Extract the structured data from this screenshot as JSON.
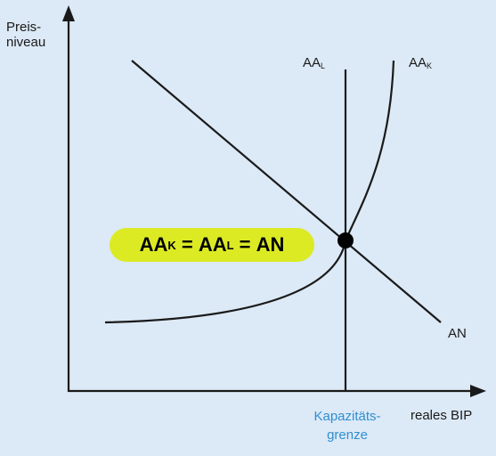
{
  "axes": {
    "y_label_line1": "Preis-",
    "y_label_line2": "niveau",
    "x_label": "reales BIP"
  },
  "curves": {
    "aal": {
      "base": "AA",
      "sub": "L"
    },
    "aak": {
      "base": "AA",
      "sub": "K"
    },
    "an": {
      "label": "AN"
    }
  },
  "capacity": {
    "line1": "Kapazitäts-",
    "line2": "grenze",
    "color": "#2f8fd1"
  },
  "equation": {
    "term1_base": "AA",
    "term1_sub": "K",
    "eq1": " = ",
    "term2_base": "AA",
    "term2_sub": "L",
    "eq2": " = ",
    "term3": "AN",
    "highlight_color": "#dcea24"
  },
  "colors": {
    "background": "#dce9f6",
    "lines": "#1a1a1a"
  }
}
